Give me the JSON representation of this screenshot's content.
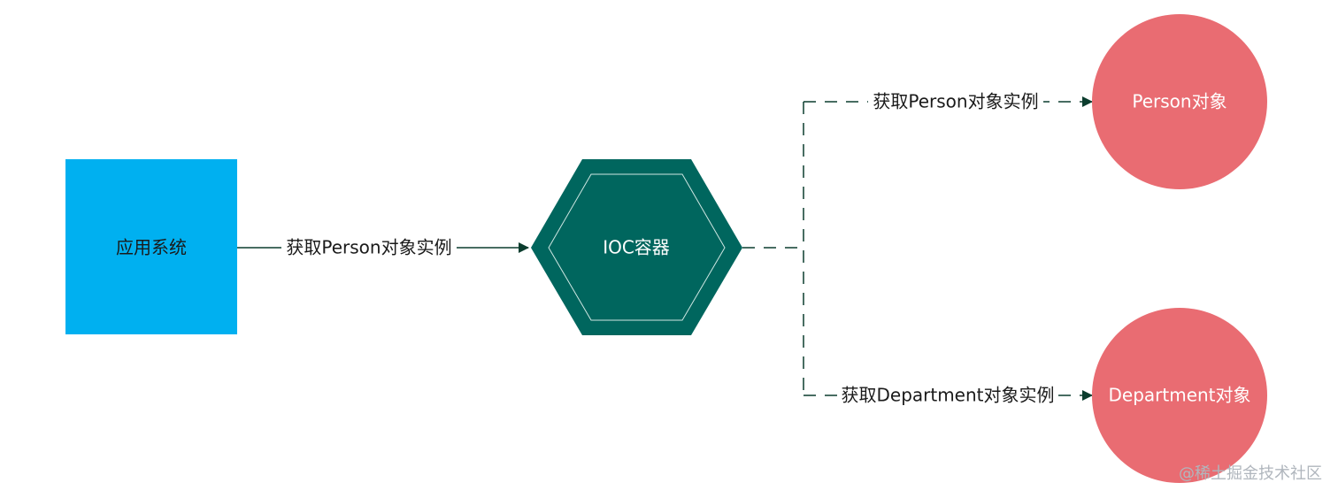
{
  "nodes": {
    "app_system": {
      "label": "应用系统",
      "shape": "square",
      "fill": "#00b0f0",
      "text_color": "#1a1a1a"
    },
    "ioc_container": {
      "label": "IOC容器",
      "shape": "hexagon",
      "fill": "#00665e",
      "inner_stroke": "#cfe7e3",
      "text_color": "#ffffff"
    },
    "person_object": {
      "label": "Person对象",
      "shape": "circle",
      "fill": "#e96c72",
      "text_color": "#ffffff"
    },
    "department_object": {
      "label": "Department对象",
      "shape": "circle",
      "fill": "#e96c72",
      "text_color": "#ffffff"
    }
  },
  "edges": {
    "app_to_ioc": {
      "label": "获取Person对象实例",
      "style": "solid"
    },
    "ioc_to_person": {
      "label": "获取Person对象实例",
      "style": "dashed"
    },
    "ioc_to_department": {
      "label": "获取Department对象实例",
      "style": "dashed"
    }
  },
  "colors": {
    "edge": "#0b3d2e"
  },
  "watermark": "@稀土掘金技术社区"
}
